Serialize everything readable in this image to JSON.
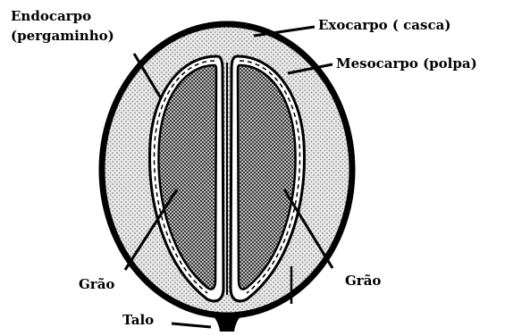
{
  "labels": {
    "endocarpo_line1": "Endocarpo",
    "endocarpo_line2": "(pergaminho)",
    "exocarpo": "Exocarpo ( casca)",
    "mesocarpo": "Mesocarpo (polpa)",
    "grao_left": "Grão",
    "grao_right": "Grão",
    "talo": "Talo"
  },
  "colors": {
    "ink": "#000000",
    "background": "#ffffff"
  }
}
